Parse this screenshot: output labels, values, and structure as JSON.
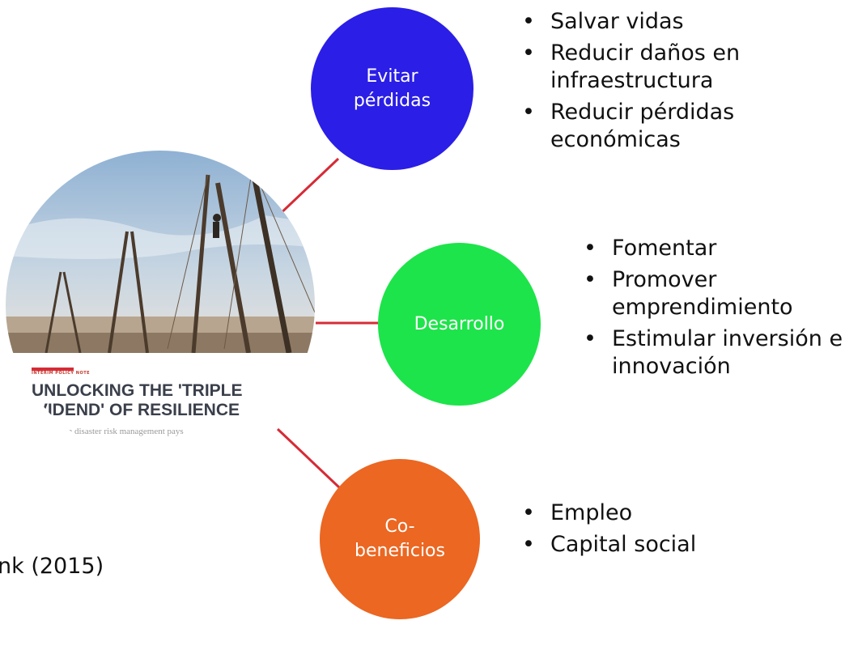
{
  "hub": {
    "kicker": "Interim policy note",
    "title": "UNLOCKING THE 'TRIPLE\n  IVIDEND' OF RESILIENCE",
    "subtitle": "Investing in disaster risk management pays"
  },
  "nodes": [
    {
      "label": "Evitar\npérdidas",
      "color": "#2b1ee6",
      "bullets": [
        "Salvar vidas",
        "Reducir daños en infraestructura",
        "Reducir pérdidas económicas"
      ]
    },
    {
      "label": "Desarrollo",
      "color": "#1de44a",
      "bullets": [
        "Fomentar",
        "Promover emprendimiento",
        "Estimular inversión e innovación"
      ]
    },
    {
      "label": "Co-\nbeneficios",
      "color": "#eb6722",
      "bullets": [
        "Empleo",
        "Capital social"
      ]
    }
  ],
  "connector_color": "#d62b36",
  "citation": "nk (2015)"
}
